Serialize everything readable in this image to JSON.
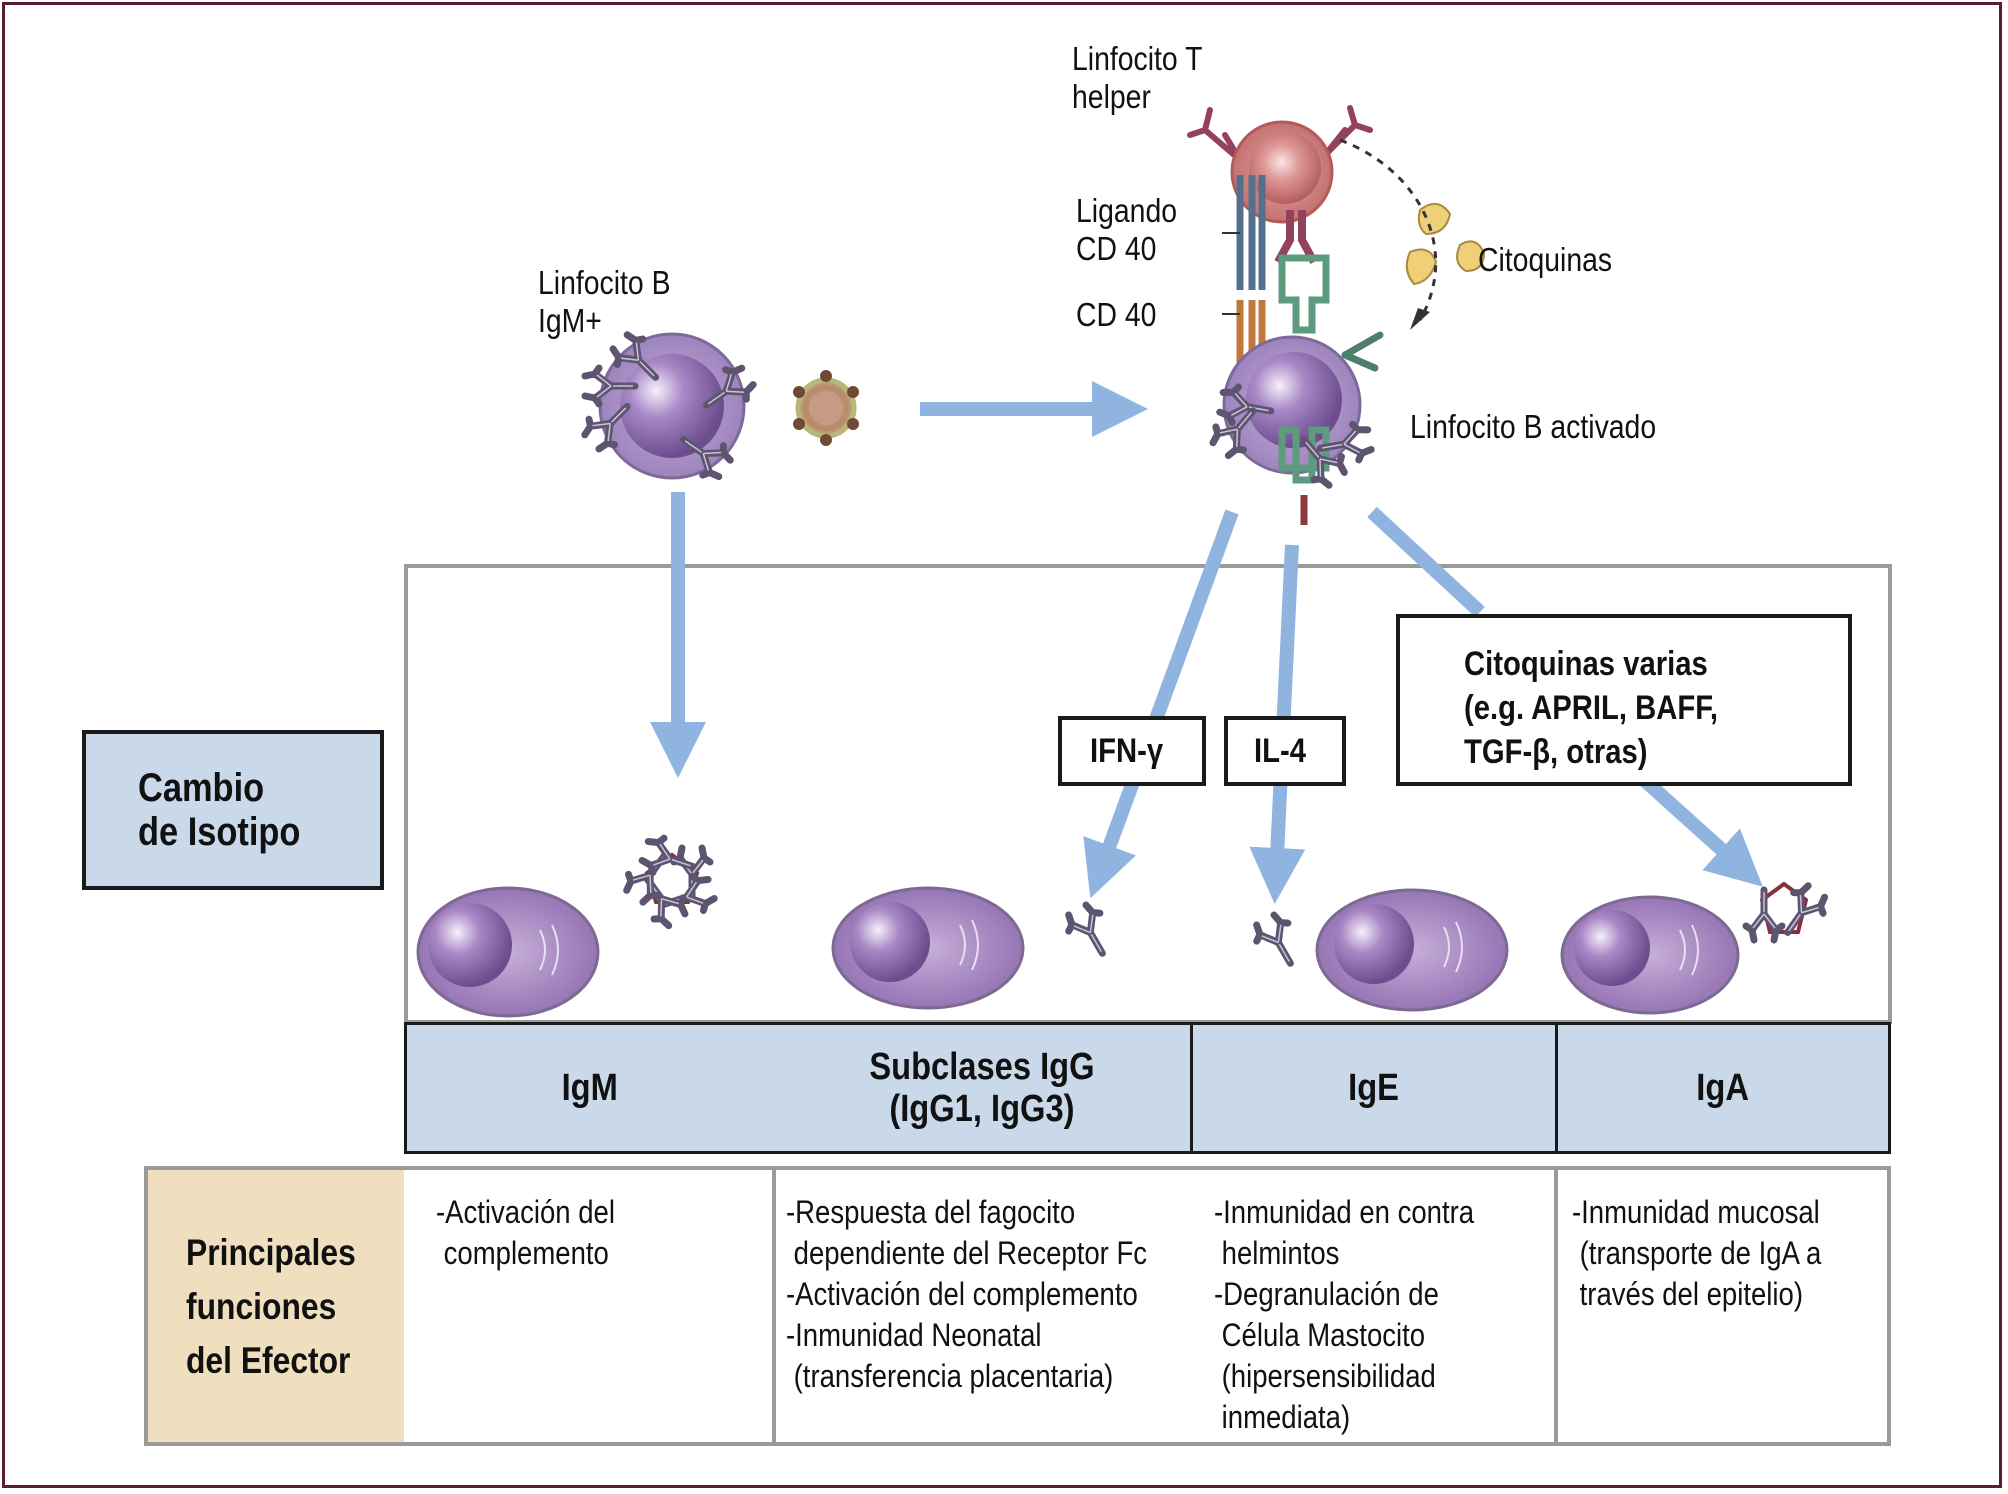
{
  "figure": {
    "frame_color": "#5a1e2e",
    "arrow_color": "#8fb4e0",
    "header_fill": "#c9d9ea",
    "row_label_fill": "#f0dfbe",
    "cell_color": "#a58cc4",
    "t_cell_color": "#d7807e"
  },
  "top_labels": {
    "t_helper": [
      "Linfocito T",
      "helper"
    ],
    "ligand_cd40": [
      "Ligando",
      "CD 40"
    ],
    "cd40": "CD 40",
    "cytokines": "Citoquinas",
    "b_cell_igm": [
      "Linfocito B",
      "IgM+"
    ],
    "b_cell_activated": "Linfocito B activado"
  },
  "cytokine_boxes": {
    "ifn": "IFN-γ",
    "il4": "IL-4",
    "various": [
      "Citoquinas varias",
      "(e.g. APRIL, BAFF,",
      "TGF-β, otras)"
    ]
  },
  "row_labels": {
    "isotype_switch": [
      "Cambio",
      "de Isotipo"
    ],
    "effector_functions": [
      "Principales",
      "funciones",
      "del Efector"
    ]
  },
  "isotypes": [
    {
      "name": "IgM",
      "functions": "-Activación del\n complemento"
    },
    {
      "name": "Subclases IgG\n(IgG1, IgG3)",
      "functions": "-Respuesta del fagocito\n dependiente del Receptor Fc\n-Activación del complemento\n-Inmunidad Neonatal\n (transferencia placentaria)"
    },
    {
      "name": "IgE",
      "functions": "-Inmunidad en contra\n helmintos\n-Degranulación de\n Célula Mastocito\n (hipersensibilidad\n inmediata)"
    },
    {
      "name": "IgA",
      "functions": "-Inmunidad mucosal\n (transporte de IgA a\n través del epitelio)"
    }
  ]
}
